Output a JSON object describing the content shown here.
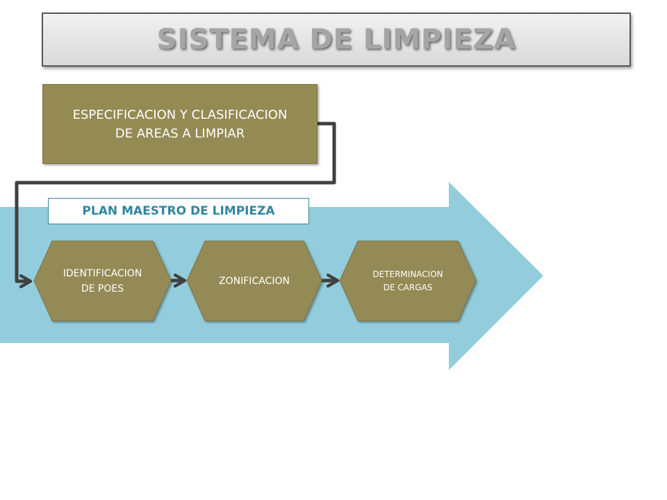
{
  "title": "SISTEMA DE LIMPIEZA",
  "spec_box": {
    "line1": "ESPECIFICACION Y CLASIFICACION",
    "line2": "DE AREAS A LIMPIAR"
  },
  "plan_label": "PLAN MAESTRO DE LIMPIEZA",
  "steps": [
    {
      "line1": "IDENTIFICACION",
      "line2": "DE POES"
    },
    {
      "line1": "ZONIFICACION",
      "line2": ""
    },
    {
      "line1": "DETERMINACION",
      "line2": "DE CARGAS"
    }
  ],
  "colors": {
    "box_fill": "#948a54",
    "big_arrow": "#93cddd",
    "plan_text": "#31859c",
    "connector": "#404040",
    "title_text": "#a6a6a6"
  }
}
